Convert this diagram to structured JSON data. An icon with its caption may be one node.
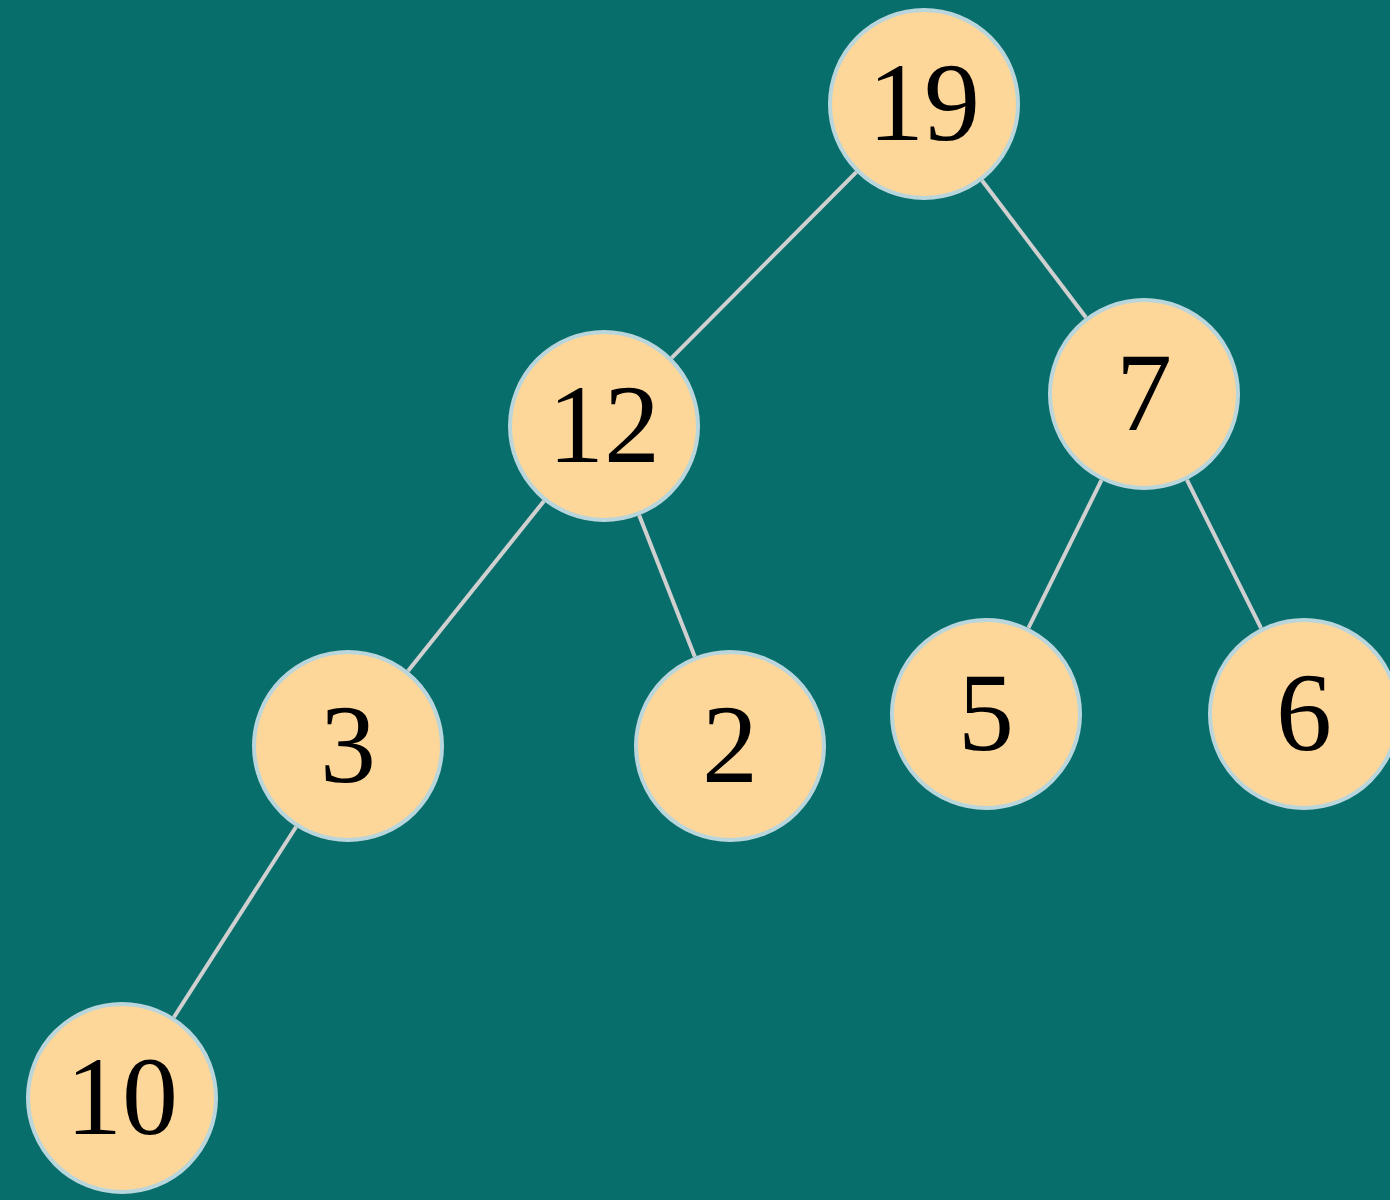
{
  "diagram": {
    "nodes": [
      {
        "text": [
          "19"
        ]
      },
      {
        "text": [
          "12"
        ]
      },
      {
        "text": [
          "7"
        ]
      },
      {
        "text": [
          "3"
        ]
      },
      {
        "text": [
          "2"
        ]
      },
      {
        "text": [
          "5"
        ]
      },
      {
        "text": [
          "6"
        ]
      },
      {
        "text": [
          "10"
        ]
      }
    ],
    "edges": [
      {
        "from": 0,
        "to": 1,
        "arrow": "none"
      },
      {
        "from": 0,
        "to": 2,
        "arrow": "none"
      },
      {
        "from": 1,
        "to": 3,
        "arrow": "none"
      },
      {
        "from": 1,
        "to": 4,
        "arrow": "none"
      },
      {
        "from": 2,
        "to": 5,
        "arrow": "none"
      },
      {
        "from": 2,
        "to": 6,
        "arrow": "none"
      },
      {
        "from": 3,
        "to": 7,
        "arrow": "none"
      }
    ]
  }
}
